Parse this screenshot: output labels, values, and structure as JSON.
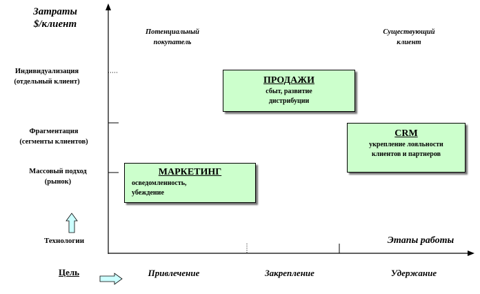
{
  "y_axis": {
    "title_line1": "Затраты",
    "title_line2": "$/клиент",
    "levels": [
      {
        "line1": "Индивидуализация",
        "line2": "(отдельный клиент)"
      },
      {
        "line1": "Фрагментация",
        "line2": "(сегменты клиентов)"
      },
      {
        "line1": "Массовый подход",
        "line2": "(рынок)"
      }
    ],
    "bottom_label": "Технологии"
  },
  "x_axis": {
    "title": "Этапы работы",
    "stages": [
      "Привлечение",
      "Закрепление",
      "Удержание"
    ],
    "goal_label": "Цель"
  },
  "client_types": {
    "left_line1": "Потенциальный",
    "left_line2": "покупатель",
    "right_line1": "Существующий",
    "right_line2": "клиент"
  },
  "boxes": {
    "marketing": {
      "title": "МАРКЕТИНГ",
      "line1": "осведомленность,",
      "line2": "убеждение"
    },
    "sales": {
      "title": "ПРОДАЖИ",
      "line1": "сбыт, развитие",
      "line2": "дистрибуции"
    },
    "crm": {
      "title": "CRM",
      "line1": "укрепление лояльности",
      "line2": "клиентов и партнеров"
    }
  },
  "colors": {
    "box_fill": "#ccffcc",
    "arrow_fill": "#ccffff",
    "axis": "#000000"
  }
}
